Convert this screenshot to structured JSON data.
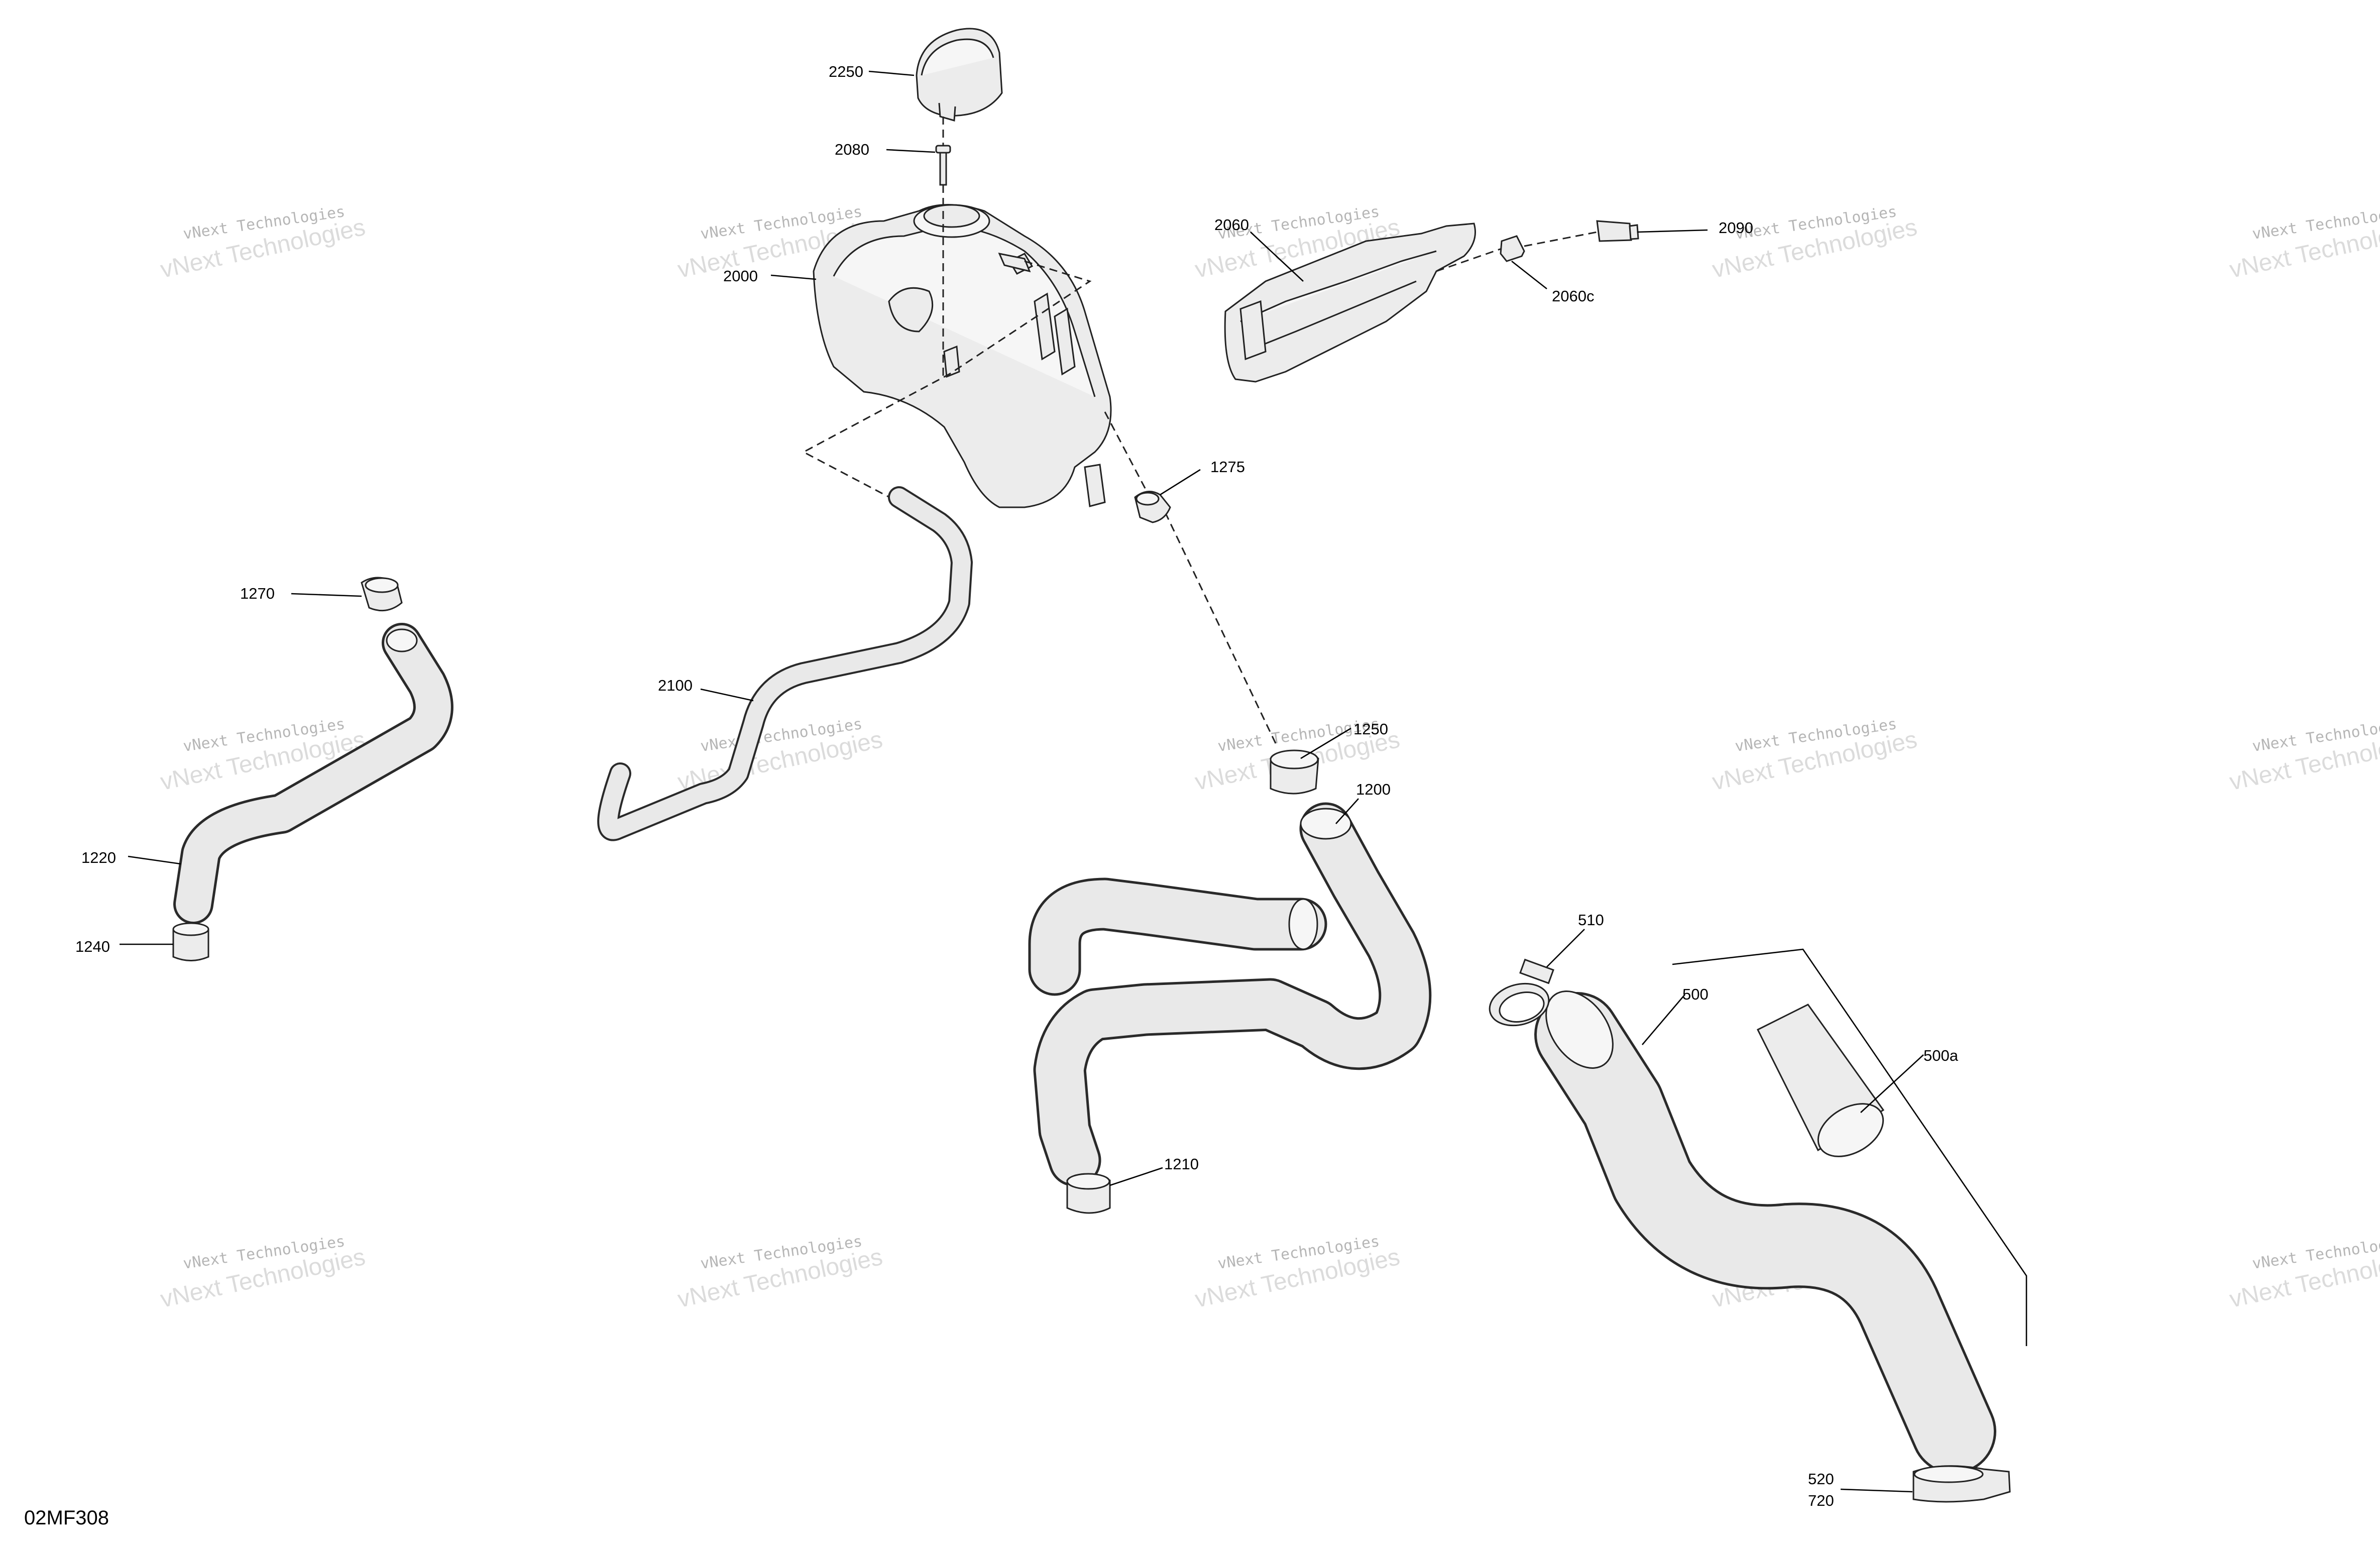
{
  "figure_id": "02MF308",
  "watermark": {
    "line1": "vNext Technologies",
    "line2": "vNext Technologies"
  },
  "callouts": {
    "c2250": "2250",
    "c2080": "2080",
    "c2000": "2000",
    "c2060": "2060",
    "c2060c": "2060c",
    "c2090": "2090",
    "c1275": "1275",
    "c1270": "1270",
    "c2100": "2100",
    "c1220": "1220",
    "c1240": "1240",
    "c1250": "1250",
    "c1200": "1200",
    "c510": "510",
    "c500": "500",
    "c500a": "500a",
    "c1210": "1210",
    "c520": "520",
    "c720": "720"
  }
}
